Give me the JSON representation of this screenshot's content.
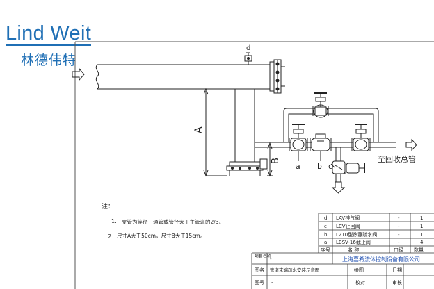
{
  "logo": {
    "en": "Lind Weit",
    "cn": "林德伟特"
  },
  "labels": {
    "d": "d",
    "A": "A",
    "B": "B",
    "a": "a",
    "b": "b",
    "c": "c",
    "to_header": "至回收总管"
  },
  "notes": {
    "title": "注：",
    "items": [
      {
        "num": "1.",
        "text": "支管为等径三通管或管径大于主管道的2/3。"
      },
      {
        "num": "2.",
        "text": "尺寸A大于50cm，尺寸B大于15cm。"
      }
    ]
  },
  "parts_table": {
    "rows": [
      {
        "no": "d",
        "name": "LAV排气阀",
        "spec": "-",
        "qty": "1"
      },
      {
        "no": "c",
        "name": "LCV止回阀",
        "spec": "-",
        "qty": "1"
      },
      {
        "no": "b",
        "name": "L210型热静疏水阀",
        "spec": "-",
        "qty": "1"
      },
      {
        "no": "a",
        "name": "LBSV-16截止阀",
        "spec": "-",
        "qty": "4"
      }
    ],
    "header": {
      "no": "序号",
      "name": "名   称",
      "spec": "口径",
      "qty": "数量"
    }
  },
  "title_block": {
    "project_label": "项目名称",
    "project_value": "-",
    "company": "上海嘉希流体控制设备有限公司",
    "drawing_name_label": "图名",
    "drawing_name_value": "管道末端疏水安装示意图",
    "drawn_label": "绘图",
    "date_label": "日期",
    "drawing_no_label": "图号",
    "drawing_no_value": "-",
    "check_label": "校对",
    "review_label": "审核"
  }
}
